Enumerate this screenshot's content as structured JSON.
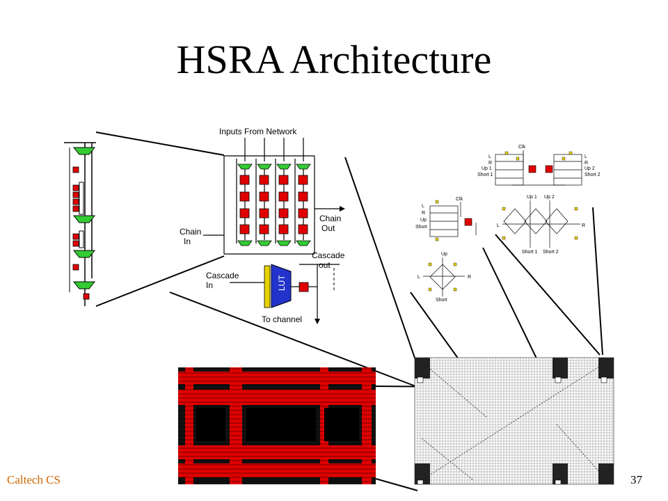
{
  "slide": {
    "title": "HSRA Architecture",
    "footer_left": "Caltech CS",
    "page_number": "37"
  },
  "logic_block": {
    "inputs_label": "Inputs From Network",
    "chain_in_label": [
      "Chain",
      "In"
    ],
    "chain_out_label": [
      "Chain",
      "Out"
    ],
    "cascade_in_label": [
      "Cascade",
      "In"
    ],
    "cascade_out_label": [
      "Cascade",
      "out"
    ],
    "lut_label": "LUT",
    "to_channel_label": "To channel"
  },
  "switch_details": {
    "clk": "Clk",
    "L": "L",
    "R": "R",
    "up": "Up",
    "up1": "Up 1",
    "up2": "Up 2",
    "short": "Short",
    "short1": "Short 1",
    "short2": "Short 2"
  },
  "colors": {
    "red_element": "#e00000",
    "green_mux": "#33cc33",
    "lut_blue": "#2233cc",
    "yellow_pin": "#e6d200",
    "footer_text": "#cc6600"
  }
}
